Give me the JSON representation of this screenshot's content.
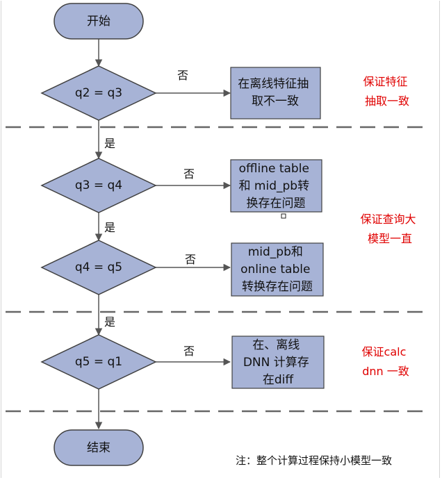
{
  "colors": {
    "node_fill": "#a7b3d6",
    "node_stroke": "#404040",
    "arrow": "#555555",
    "separator": "#666666",
    "side_text": "#e00000"
  },
  "start": {
    "label": "开始"
  },
  "end": {
    "label": "结束"
  },
  "decisions": [
    {
      "label": "q2 = q3",
      "no_label": "否",
      "yes_label": "是",
      "box_lines": [
        "在离线特征抽",
        "取不一致"
      ]
    },
    {
      "label": "q3 = q4",
      "no_label": "否",
      "yes_label": "是",
      "box_lines": [
        "offline table",
        "和 mid_pb转",
        "换存在问题"
      ]
    },
    {
      "label": "q4 = q5",
      "no_label": "否",
      "yes_label": "是",
      "box_lines": [
        "mid_pb和",
        "online table",
        "转换存在问题"
      ]
    },
    {
      "label": "q5 = q1",
      "no_label": "否",
      "box_lines": [
        "在、离线",
        "DNN 计算存",
        "在diff"
      ]
    }
  ],
  "side_notes": [
    {
      "lines": [
        "保证特征",
        "抽取一致"
      ]
    },
    {
      "lines": [
        "保证查询大",
        "模型一直"
      ]
    },
    {
      "lines": [
        "保证calc",
        "dnn 一致"
      ]
    }
  ],
  "footnote": "注：整个计算过程保持小模型一致"
}
